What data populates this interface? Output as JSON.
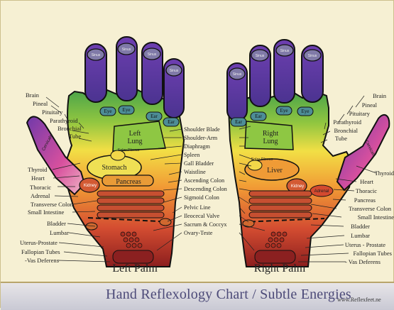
{
  "title": "Hand Reflexology Chart / Subtle Energies",
  "website": "www.Reflexfeet.ne",
  "left_hand": {
    "name": "Left Palm",
    "labels": [
      "Brain",
      "Pineal",
      "Pituitary",
      "Parathyroid",
      "Bronchial",
      "Tube",
      "Thyroid",
      "Heart",
      "Thoracic",
      "Adrenal",
      "Transverse Colon",
      "Small Intestine",
      "Bladder",
      "Lumbar",
      "Uterus-Prostate",
      "Fallopian Tubes",
      "-Vas Deferens"
    ],
    "organs": [
      "Left",
      "Lung",
      "Stomach",
      "Pancreas",
      "Kidney",
      "Solar Plexus"
    ],
    "finger_labels": [
      "Eye",
      "Eye",
      "Ear",
      "Ear"
    ],
    "cervicals": "Cervicals"
  },
  "right_hand": {
    "name": "Right Palm",
    "labels": [
      "Brain",
      "Pineal",
      "Pituitary",
      "Parathyroid",
      "Bronchial",
      "Tube",
      "Thyroid",
      "Heart",
      "Thoracic",
      "Pancreas",
      "Transverse Colon",
      "Small Intestine",
      "Bladder",
      "Lumbar",
      "Uterus - Prostate",
      "Fallopian Tubes",
      "- Vas Deferens"
    ],
    "organs": [
      "Right",
      "Lung",
      "Liver",
      "Kidney",
      "Adrenal",
      "Solar Plexus"
    ],
    "finger_labels": [
      "Ear",
      "Ear",
      "Eye",
      "Eye"
    ],
    "cervicals": "Cervicals"
  },
  "middle_labels": [
    "Shoulder Blade",
    "Shoulder-Arm",
    "Diaphragm",
    "Spleen",
    "Gall Bladder",
    "Waistline",
    "Ascending Colon",
    "Descending Colon",
    "Sigmoid Colon",
    "Pelvic Line",
    "Ileocecal Valve",
    "Sacrum & Coccyx",
    "Ovary-Teste"
  ],
  "sinus": "Sinus"
}
